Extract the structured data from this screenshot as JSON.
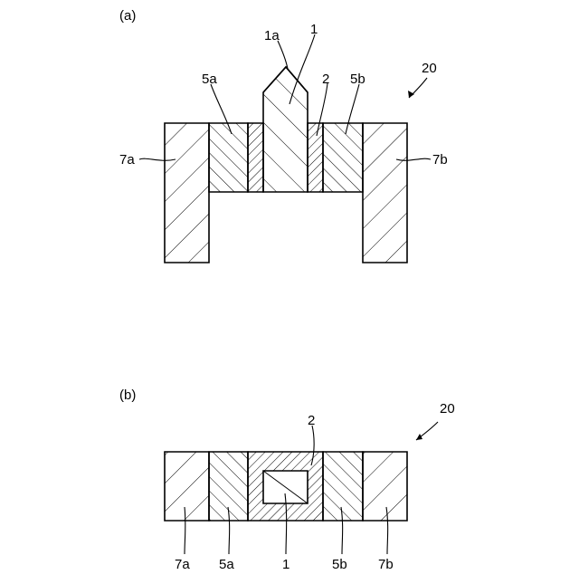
{
  "figure_a": {
    "panel_label": "(a)",
    "assembly_label": "20",
    "labels": {
      "tip": "1a",
      "core": "1",
      "sleeve": "2",
      "left_layer": "5a",
      "right_layer": "5b",
      "left_block": "7a",
      "right_block": "7b"
    }
  },
  "figure_b": {
    "panel_label": "(b)",
    "assembly_label": "20",
    "labels": {
      "sleeve": "2",
      "left_block": "7a",
      "left_layer": "5a",
      "core": "1",
      "right_layer": "5b",
      "right_block": "7b"
    }
  }
}
